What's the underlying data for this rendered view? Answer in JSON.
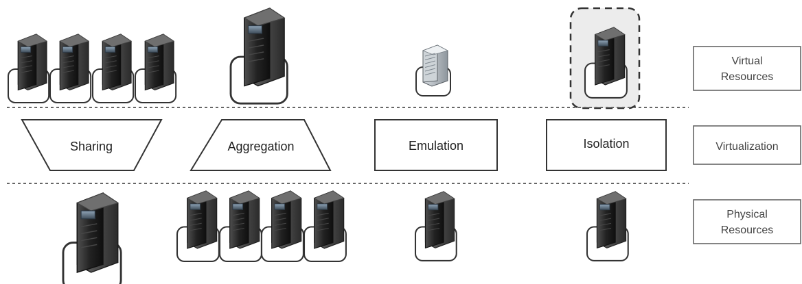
{
  "colors": {
    "background": "#ffffff",
    "line": "#333333",
    "dash": "#666666",
    "server_dark": "#3a3a3a",
    "server_mid": "#1f1f1f",
    "server_light": "#5b5b5b",
    "server_screen": "#6c7d8d",
    "server_small_body": "#bfc5c9",
    "isolation_bg": "#ececec"
  },
  "diagram": {
    "layers": [
      {
        "id": "virtual",
        "label_lines": [
          "Virtual",
          "Resources"
        ]
      },
      {
        "id": "virtualization",
        "label_lines": [
          "Virtualization"
        ]
      },
      {
        "id": "physical",
        "label_lines": [
          "Physical",
          "Resources"
        ]
      }
    ],
    "operations": [
      {
        "id": "sharing",
        "label": "Sharing",
        "shape": "trapezoid-down",
        "virtual_resources": {
          "icon": "server-icon",
          "count": 4
        },
        "physical_resources": {
          "icon": "server-icon",
          "count": 1
        }
      },
      {
        "id": "aggregation",
        "label": "Aggregation",
        "shape": "trapezoid-up",
        "virtual_resources": {
          "icon": "server-icon",
          "count": 1
        },
        "physical_resources": {
          "icon": "server-icon",
          "count": 4
        }
      },
      {
        "id": "emulation",
        "label": "Emulation",
        "shape": "rectangle",
        "virtual_resources": {
          "icon": "rack-server-icon",
          "count": 1
        },
        "physical_resources": {
          "icon": "server-icon",
          "count": 1
        }
      },
      {
        "id": "isolation",
        "label": "Isolation",
        "shape": "rectangle",
        "virtual_resources": {
          "icon": "server-icon",
          "count": 1,
          "isolated": true
        },
        "physical_resources": {
          "icon": "server-icon",
          "count": 1
        }
      }
    ]
  }
}
